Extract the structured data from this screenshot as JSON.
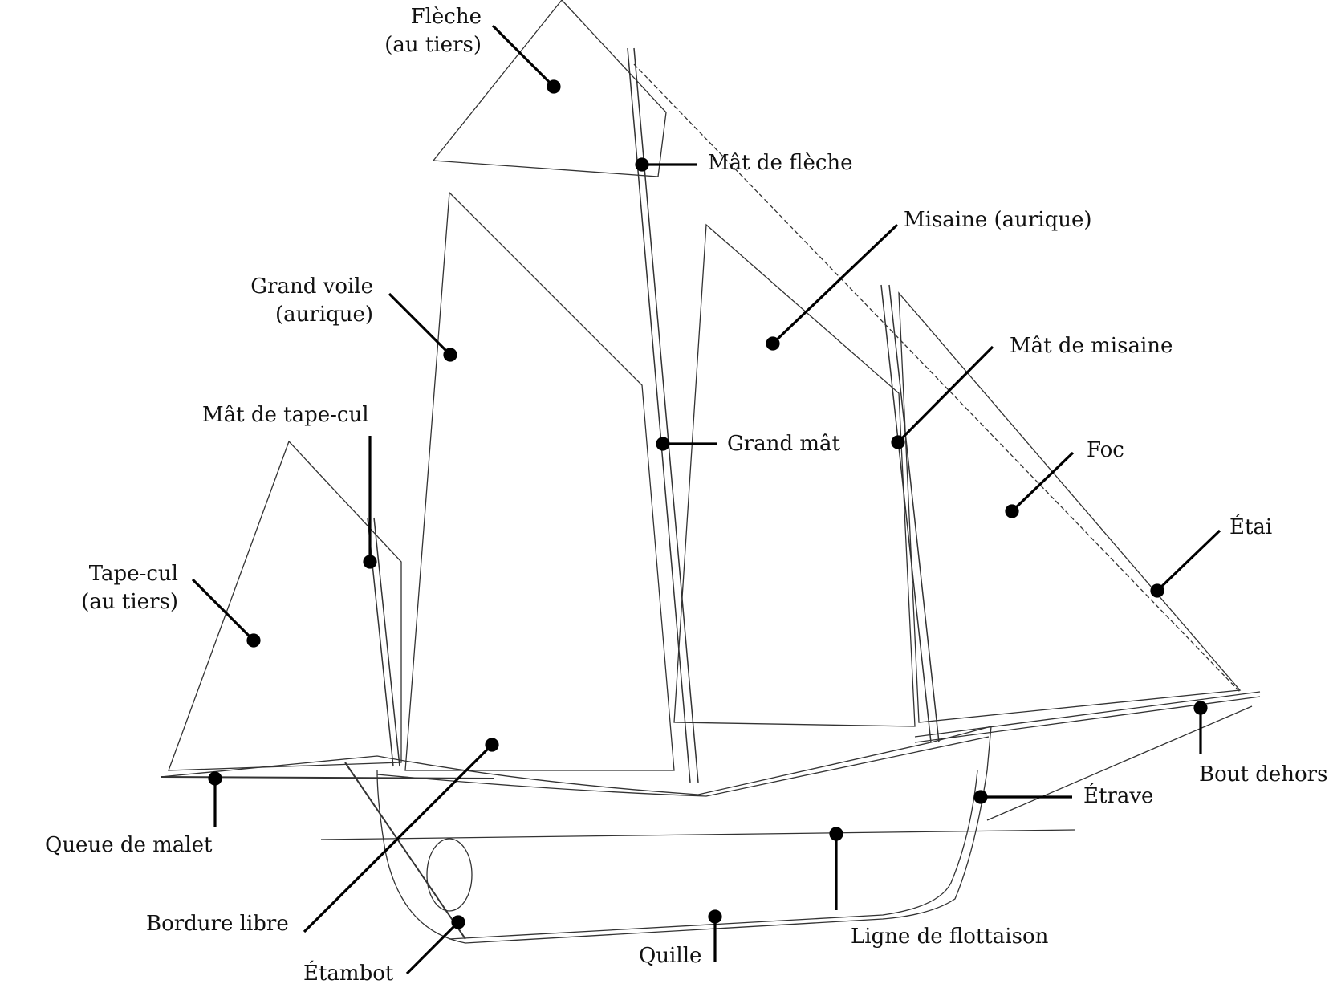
{
  "diagram": {
    "subject": "Sailing boat (lugger / cotre) side profile with labeled parts",
    "labels": {
      "fleche": [
        "Flèche",
        "(au tiers)"
      ],
      "mat_de_fleche": "Mât de flèche",
      "misaine": "Misaine (aurique)",
      "grand_voile": [
        "Grand voile",
        "(aurique)"
      ],
      "mat_de_misaine": "Mât de misaine",
      "mat_de_tape_cul": "Mât de tape-cul",
      "grand_mat": "Grand mât",
      "foc": "Foc",
      "etai": "Étai",
      "tape_cul": [
        "Tape-cul",
        "(au tiers)"
      ],
      "bout_dehors": "Bout dehors",
      "etrave": "Étrave",
      "queue_de_malet": "Queue de malet",
      "bordure_libre": "Bordure libre",
      "ligne_de_flottaison": "Ligne de flottaison",
      "quille": "Quille",
      "etambot": "Étambot"
    },
    "colors": {
      "ink": "#111111",
      "drawing": "#333333",
      "background": "#ffffff"
    }
  }
}
